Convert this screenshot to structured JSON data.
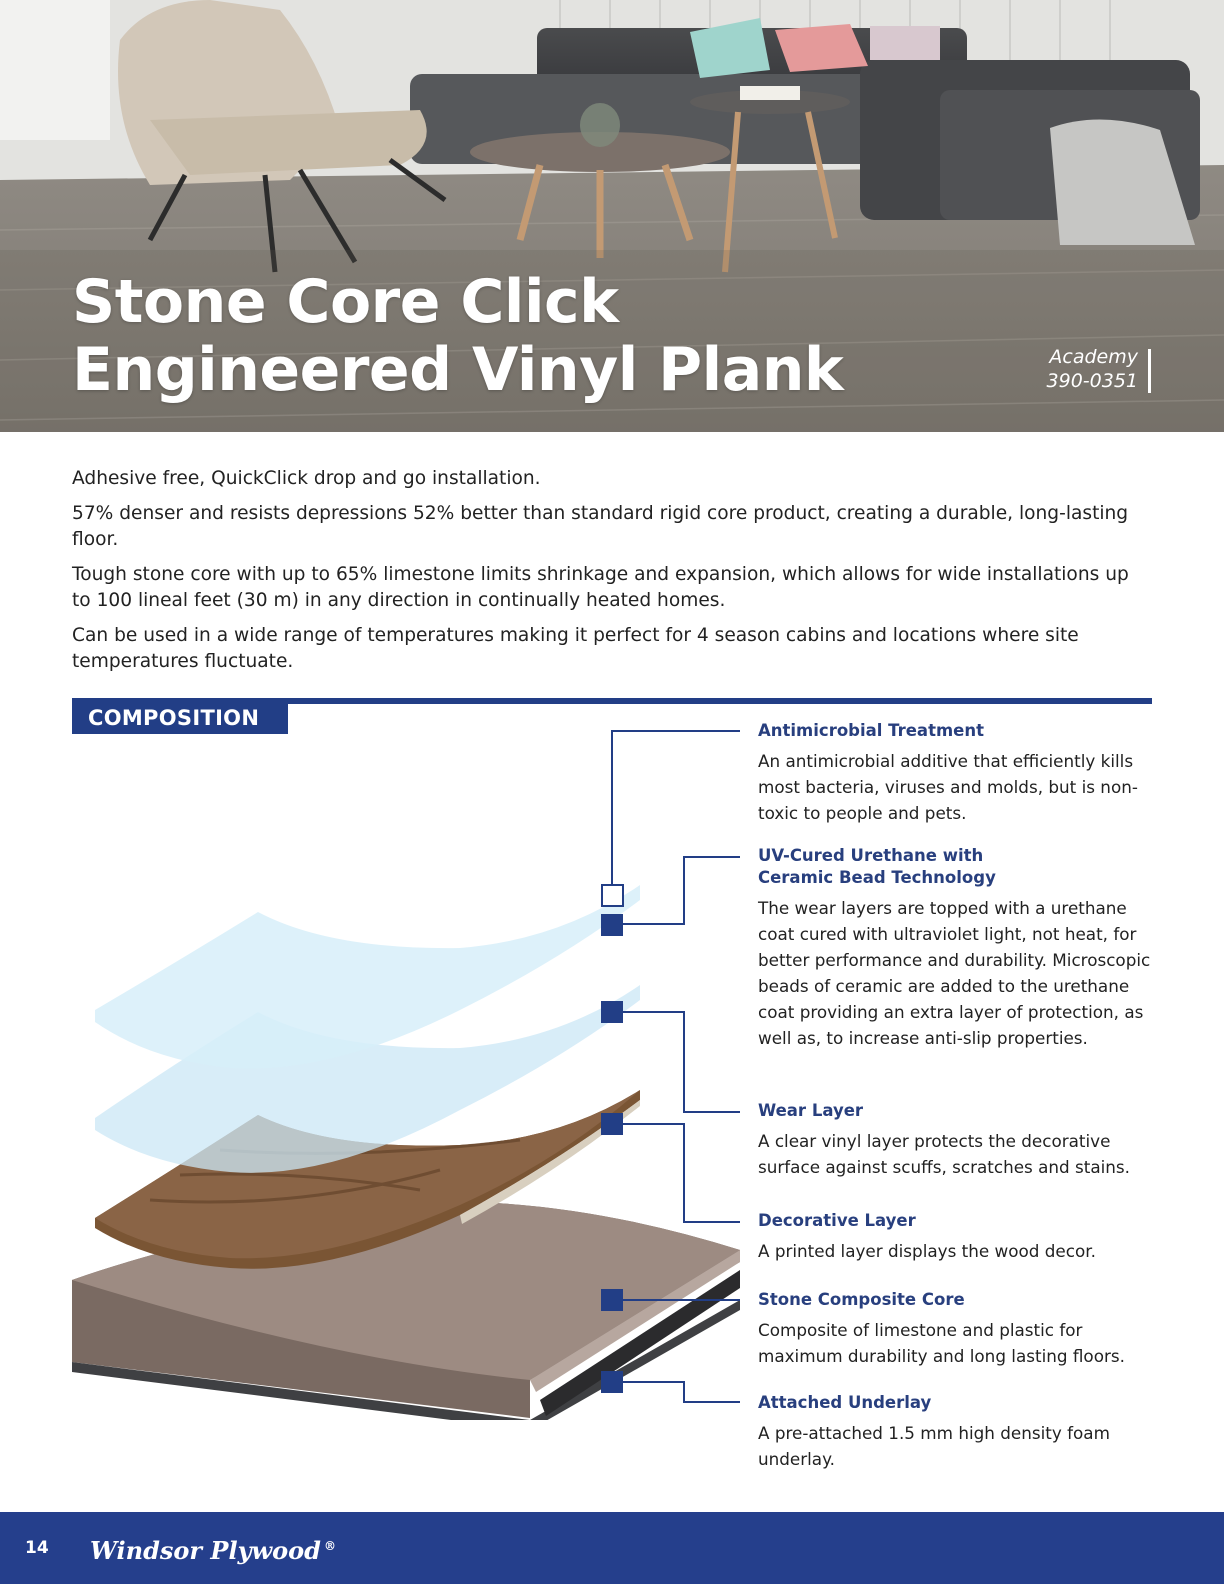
{
  "hero": {
    "title_line1": "Stone Core Click",
    "title_line2": "Engineered Vinyl Plank",
    "product_name": "Academy",
    "product_code": "390-0351"
  },
  "intro": [
    "Adhesive free, QuickClick drop and go installation.",
    "57% denser and resists depressions 52% better than standard rigid core product, creating a durable, long-lasting floor.",
    "Tough stone core with up to 65% limestone limits shrinkage and expansion, which allows for wide installations up to 100 lineal feet (30 m) in any direction in continually heated homes.",
    "Can be used in a wide range of temperatures making it perfect for 4 season cabins and locations where site temperatures fluctuate."
  ],
  "composition": {
    "heading": "COMPOSITION",
    "layers": [
      {
        "title": "Antimicrobial Treatment",
        "desc": "An antimicrobial additive that efficiently kills most bacteria, viruses and molds, but is non-toxic to people and pets."
      },
      {
        "title_line1": "UV-Cured Urethane with",
        "title_line2": "Ceramic Bead Technology",
        "desc": "The wear layers are topped with a urethane coat cured with ultraviolet light, not heat, for better performance and durability. Microscopic beads of ceramic are added to the urethane coat providing an extra layer of protection, as well as, to increase anti-slip properties."
      },
      {
        "title": "Wear Layer",
        "desc": "A clear vinyl layer protects the decorative surface against scuffs, scratches and stains."
      },
      {
        "title": "Decorative Layer",
        "desc": "A printed layer displays the wood decor."
      },
      {
        "title": "Stone Composite Core",
        "desc": "Composite of limestone and plastic for maximum durability and long lasting floors."
      },
      {
        "title": "Attached Underlay",
        "desc": "A pre-attached 1.5 mm high density foam underlay."
      }
    ]
  },
  "footer": {
    "page_number": "14",
    "brand": "Windsor Plywood",
    "trademark": "®"
  },
  "colors": {
    "brand_blue": "#253f8c",
    "heading_blue": "#283f7e",
    "text": "#222222"
  }
}
